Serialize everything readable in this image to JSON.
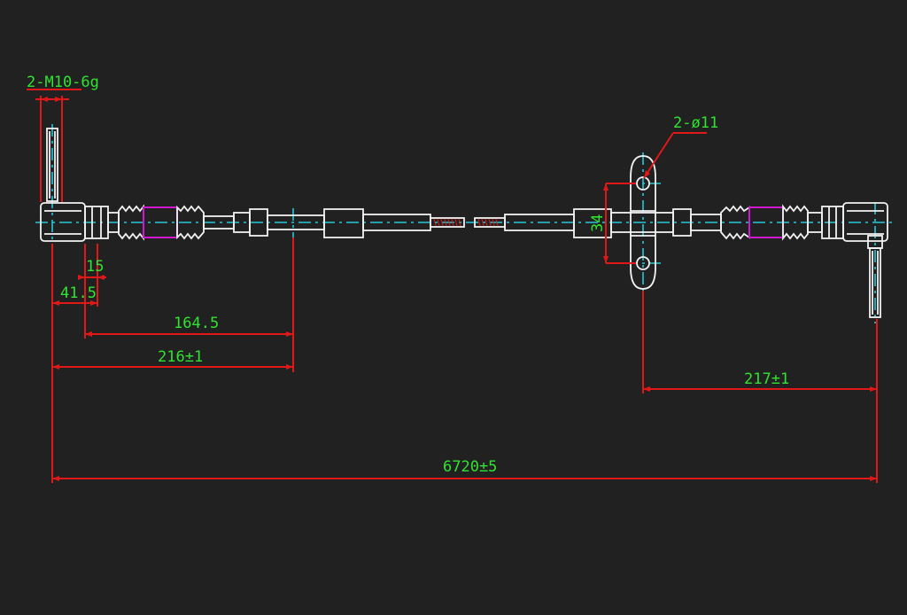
{
  "colors": {
    "background": "#212121",
    "outline": "#f2f2f2",
    "centerline": "#25c8d8",
    "dimension": "#e01818",
    "dimension_text": "#31e331",
    "boot_highlight": "#d018d0"
  },
  "annotations": {
    "thread_callout": "2-M10-6g",
    "hole_callout": "2-ø11"
  },
  "dimensions": {
    "d_15": "15",
    "d_41_5": "41.5",
    "d_164_5": "164.5",
    "d_216": "216±1",
    "d_217": "217±1",
    "d_6720": "6720±5",
    "d_34": "34"
  }
}
